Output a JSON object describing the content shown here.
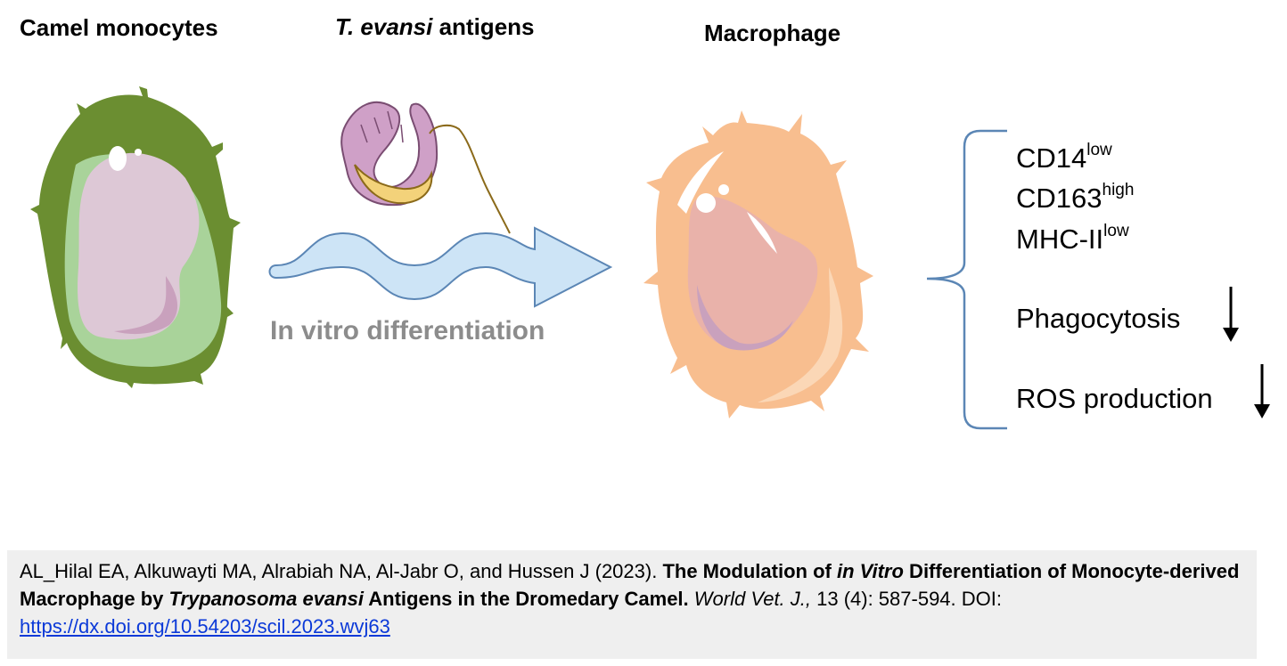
{
  "labels": {
    "monocytes": "Camel monocytes",
    "antigens_italic": "T. evansi",
    "antigens_rest": " antigens",
    "macrophage": "Macrophage",
    "process": "In vitro differentiation"
  },
  "markers": [
    {
      "name": "CD14",
      "sup": "low"
    },
    {
      "name": "CD163",
      "sup": "high"
    },
    {
      "name": "MHC-II",
      "sup": "low"
    }
  ],
  "functions": [
    {
      "name": "Phagocytosis",
      "trend": "decreased"
    },
    {
      "name": "ROS production",
      "trend": "decreased"
    }
  ],
  "citation": {
    "authors": "AL_Hilal EA, Alkuwayti MA, Alrabiah NA, Al-Jabr O, and Hussen J (2023). ",
    "title_a": "The Modulation of ",
    "title_i": "in Vitro",
    "title_b": " Differentiation of Monocyte-derived Macrophage by ",
    "title_species": "Trypanosoma evansi",
    "title_c": " Antigens in the Dromedary Camel.",
    "journal": " World Vet. J.,",
    "volume": " 13 (4): 587-594. DOI: ",
    "doi_text": "https://dx.doi.org/10.54203/scil.2023.wvj63"
  },
  "colors": {
    "monocyte_outer": "#6b8e31",
    "monocyte_inner": "#a9d39a",
    "nucleus": "#ddc8d6",
    "macrophage_body": "#f8be8f",
    "arrow_fill": "#cde4f6",
    "brace": "#5b86b5"
  }
}
